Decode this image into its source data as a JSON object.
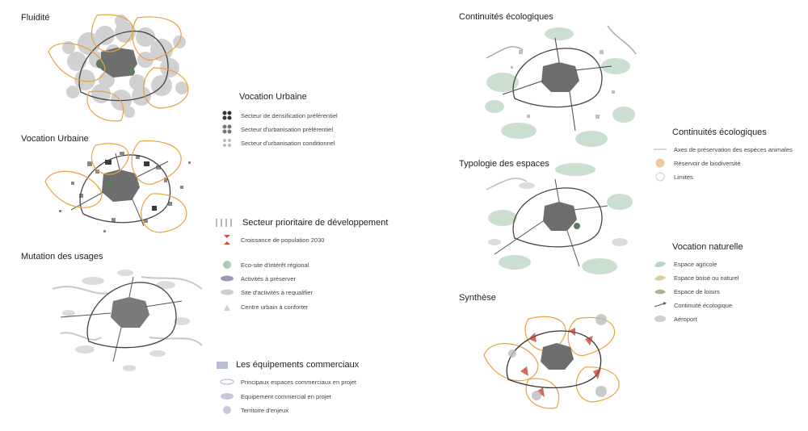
{
  "maps": {
    "fluidite": "Fluidité",
    "vocation_urbaine": "Vocation Urbaine",
    "mutation": "Mutation des usages",
    "continuites": "Continuités écologiques",
    "typologie": "Typologie des espaces",
    "synthese": "Synthèse"
  },
  "legend_vocation_urbaine": {
    "title": "Vocation Urbaine",
    "items": [
      "Secteur de densification préférentiel",
      "Secteur d'urbanisation préférentiel",
      "Secteur d'urbanisation conditionnel"
    ]
  },
  "legend_mutation": {
    "title": "Secteur prioritaire de développement",
    "items": [
      "Croissance de population 2030",
      "Eco-site d'intérêt régional",
      "Activités à préserver",
      "Site d'activités à requalifier",
      "Centre urbain à conforter"
    ]
  },
  "legend_commercial": {
    "title": "Les équipements commerciaux",
    "items": [
      "Principaux espaces commerciaux en projet",
      "Equipement commercial en projet",
      "Territoire d'enjeux"
    ]
  },
  "legend_continuites": {
    "title": "Continuités écologiques",
    "items": [
      "Axes de préservation des espèces animales",
      "Réservoir de biodiversité",
      "Limites"
    ]
  },
  "legend_naturelle": {
    "title": "Vocation naturelle",
    "items": [
      "Espace agricole",
      "Espace boisé ou naturel",
      "Espace de loisirs",
      "Continuité écologique",
      "Aéroport"
    ]
  },
  "colors": {
    "orange": "#e8a33b",
    "dark": "#555555",
    "grey": "#bdbdbd",
    "green": "#a8c9b4",
    "peach": "#f1c9a2",
    "red": "#c0392b"
  }
}
